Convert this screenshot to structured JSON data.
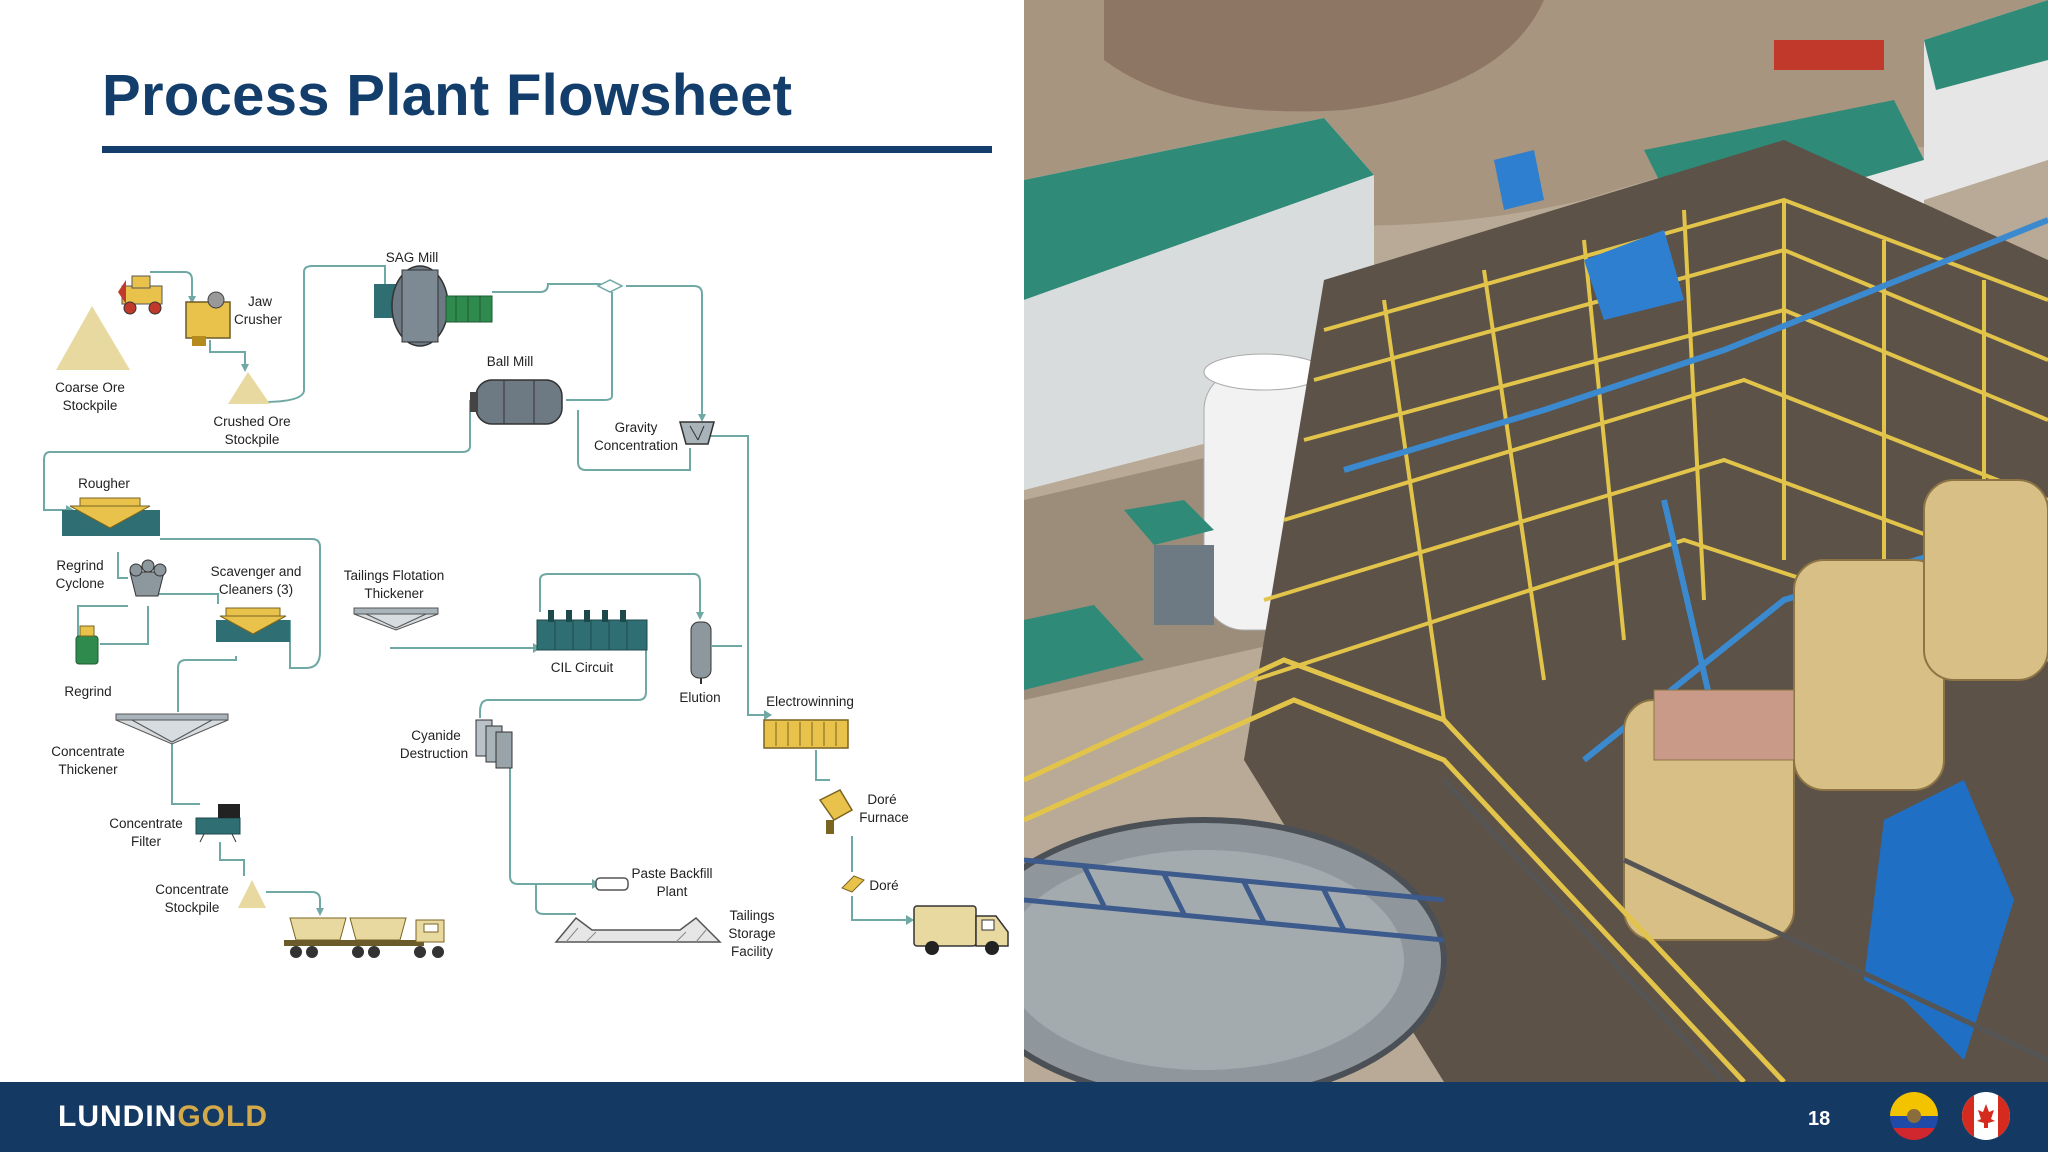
{
  "slide": {
    "title": "Process Plant Flowsheet",
    "page_number": "18"
  },
  "footer": {
    "logo_part1": "LUNDIN",
    "logo_part2": "GOLD",
    "flags": [
      "ecuador-flag",
      "canada-flag"
    ]
  },
  "colors": {
    "title_blue": "#133e6b",
    "footer_navy": "#143a63",
    "logo_gold": "#d3a94a",
    "flow_line": "#6fa8a4",
    "equipment_teal": "#2f6f73",
    "ore_yellow": "#e8d9a0"
  },
  "flowsheet": {
    "coarse_ore_stockpile": [
      "Coarse Ore",
      "Stockpile"
    ],
    "jaw_crusher": [
      "Jaw",
      "Crusher"
    ],
    "crushed_ore_stockpile": [
      "Crushed Ore",
      "Stockpile"
    ],
    "sag_mill": "SAG Mill",
    "ball_mill": "Ball Mill",
    "gravity_concentration": [
      "Gravity",
      "Concentration"
    ],
    "rougher": "Rougher",
    "regrind_cyclone": [
      "Regrind",
      "Cyclone"
    ],
    "scavenger_cleaners": [
      "Scavenger and",
      "Cleaners (3)"
    ],
    "tailings_flotation_thickener": [
      "Tailings Flotation",
      "Thickener"
    ],
    "regrind": "Regrind",
    "cil_circuit": "CIL Circuit",
    "elution": "Elution",
    "electrowinning": "Electrowinning",
    "concentrate_thickener": [
      "Concentrate",
      "Thickener"
    ],
    "cyanide_destruction": [
      "Cyanide",
      "Destruction"
    ],
    "concentrate_filter": [
      "Concentrate",
      "Filter"
    ],
    "dore_furnace": [
      "Doré",
      "Furnace"
    ],
    "paste_backfill_plant": [
      "Paste Backfill",
      "Plant"
    ],
    "dore": "Doré",
    "concentrate_stockpile": [
      "Concentrate",
      "Stockpile"
    ],
    "tailings_storage_facility": [
      "Tailings",
      "Storage",
      "Facility"
    ]
  },
  "photo": {
    "icon": "aerial-process-plant-photo"
  }
}
